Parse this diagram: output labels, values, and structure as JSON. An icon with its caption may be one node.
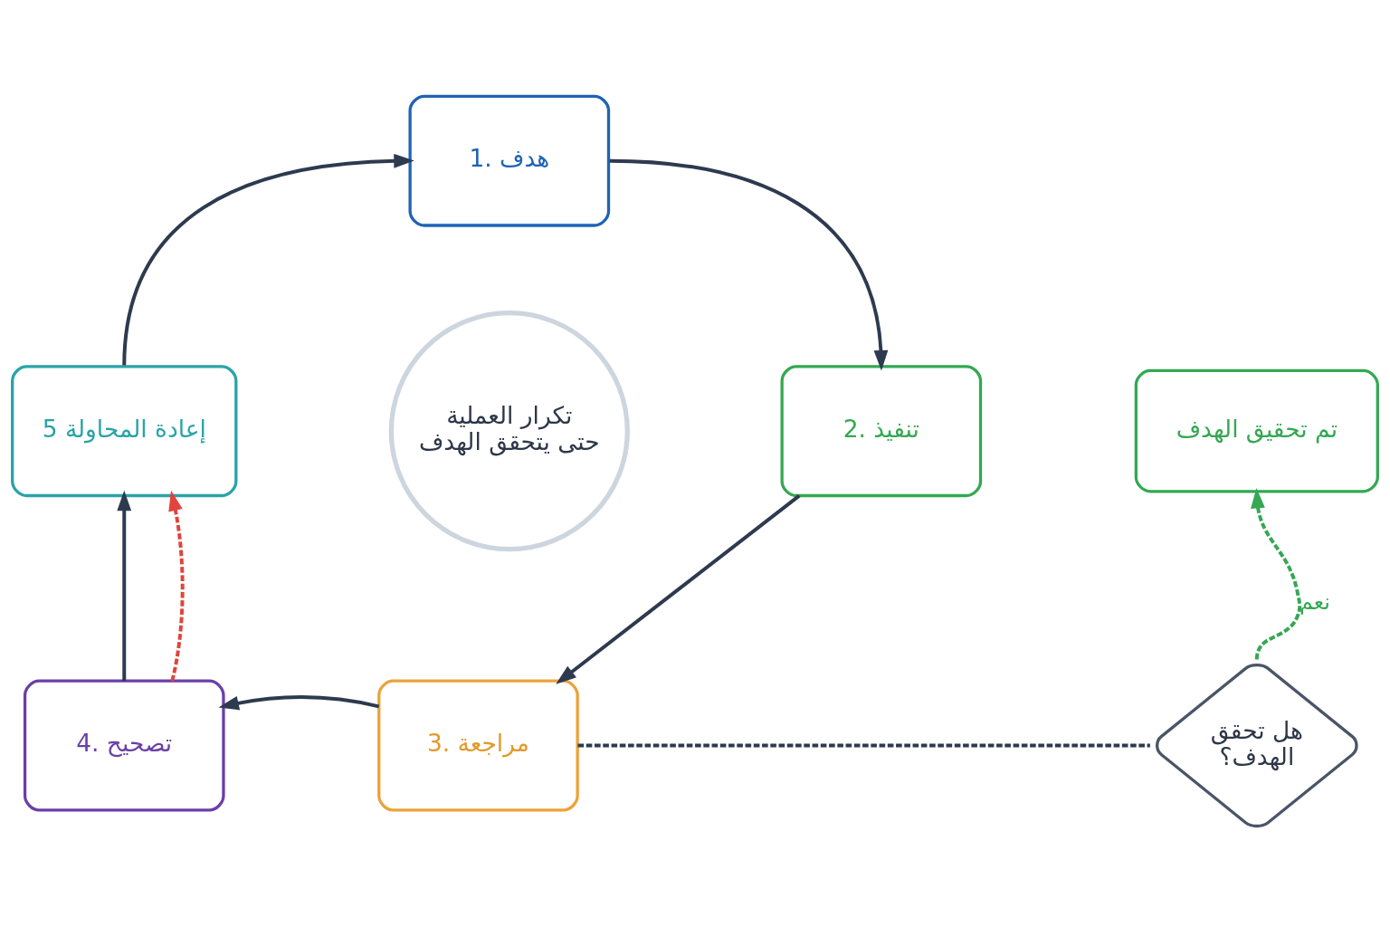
{
  "diagram": {
    "nodes": [
      {
        "text": [
          "هدف .1"
        ]
      },
      {
        "text": [
          "تنفيذ .2"
        ]
      },
      {
        "text": [
          "مراجعة .3"
        ]
      },
      {
        "text": [
          "تصحيح .4"
        ]
      },
      {
        "text": [
          "إعادة المحاولة 5"
        ]
      },
      {
        "text": [
          "تكرار العملية حتى يتحقق الهدف"
        ]
      },
      {
        "text": [
          "هل تحقق الهدف؟"
        ]
      },
      {
        "text": [
          "تم تحقيق الهدف"
        ]
      }
    ],
    "edges": [
      {
        "from": 0,
        "to": 1,
        "arrow": "to"
      },
      {
        "from": 1,
        "to": 2,
        "arrow": "to"
      },
      {
        "from": 2,
        "to": 3,
        "arrow": "to"
      },
      {
        "from": 3,
        "to": 4,
        "arrow": "to"
      },
      {
        "from": 4,
        "to": 0,
        "arrow": "to"
      },
      {
        "from": 3,
        "to": 4,
        "arrow": "to",
        "style": "dashed",
        "color": "#e0443c"
      },
      {
        "from": 2,
        "to": 6,
        "arrow": "none",
        "style": "dashed"
      },
      {
        "from": 6,
        "to": 7,
        "arrow": "to",
        "label": "نعم",
        "style": "dashed",
        "color": "#34a853"
      }
    ]
  }
}
